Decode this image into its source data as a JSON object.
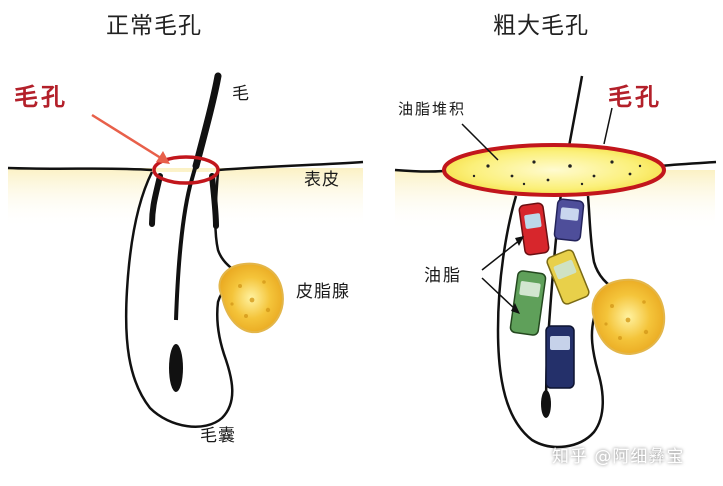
{
  "left_panel": {
    "title": "正常毛孔",
    "pore_label": "毛孔",
    "hair_label": "毛",
    "epidermis_label": "表皮",
    "sebaceous_label": "皮脂腺",
    "follicle_label": "毛囊"
  },
  "right_panel": {
    "title": "粗大毛孔",
    "pore_label": "毛孔",
    "buildup_label": "油脂堆积",
    "sebum_label": "油脂"
  },
  "watermark": "知乎 @阿细彝宝",
  "colors": {
    "pore_ring": "#c2161c",
    "pore_arrow": "#e8604a",
    "oil_fill": "#fbf07a",
    "gland_fill": "#f1c232",
    "skin_glow": "#fdf6cf",
    "outline": "#111111"
  }
}
